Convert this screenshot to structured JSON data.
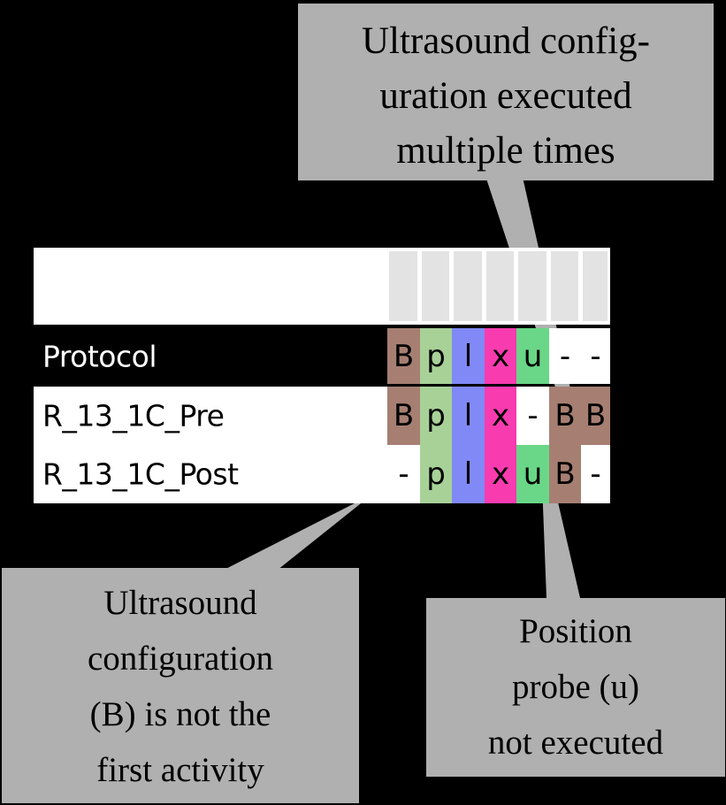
{
  "figure": {
    "background_color": "#000000",
    "callout_bg": "#b0b0b0",
    "tail_color": "#b0b0b0"
  },
  "callouts": [
    {
      "id": "ultrasound-multiple",
      "position": "top",
      "lines": [
        "Ultrasound config-",
        "uration executed",
        "multiple times"
      ],
      "target": "pre-row-column-6-B"
    },
    {
      "id": "ultrasound-not-first",
      "position": "bottom-left",
      "lines": [
        "Ultrasound",
        "configuration",
        "(B) is not the",
        "first activity"
      ],
      "target": "post-row-column-1-dash"
    },
    {
      "id": "position-probe-not-executed",
      "position": "bottom-right",
      "lines": [
        "Position",
        "probe (u)",
        "not executed"
      ],
      "target": "pre-row-column-5-dash"
    }
  ],
  "table": {
    "column_count": 7,
    "header_chips": [
      "",
      "",
      "",
      "",
      "",
      "",
      ""
    ],
    "rows": [
      {
        "label": "Protocol",
        "label_color": "#ffffff",
        "row_background": "#000000",
        "cells": [
          {
            "value": "B",
            "color": "#a67f72",
            "activity": "ultrasound-configuration"
          },
          {
            "value": "p",
            "color": "#a8d198",
            "activity": "prepare"
          },
          {
            "value": "l",
            "color": "#8089f5",
            "activity": "locate"
          },
          {
            "value": "x",
            "color": "#f93bb0",
            "activity": "examine"
          },
          {
            "value": "u",
            "color": "#69d787",
            "activity": "position-probe"
          },
          {
            "value": "-",
            "color": "#ffffff",
            "activity": "none"
          },
          {
            "value": "-",
            "color": "#ffffff",
            "activity": "none"
          }
        ]
      },
      {
        "label": "R_13_1C_Pre",
        "label_color": "#000000",
        "row_background": "#ffffff",
        "cells": [
          {
            "value": "B",
            "color": "#a67f72",
            "activity": "ultrasound-configuration"
          },
          {
            "value": "p",
            "color": "#a8d198",
            "activity": "prepare"
          },
          {
            "value": "l",
            "color": "#8089f5",
            "activity": "locate"
          },
          {
            "value": "x",
            "color": "#f93bb0",
            "activity": "examine"
          },
          {
            "value": "-",
            "color": "#ffffff",
            "activity": "none"
          },
          {
            "value": "B",
            "color": "#a67f72",
            "activity": "ultrasound-configuration"
          },
          {
            "value": "B",
            "color": "#a67f72",
            "activity": "ultrasound-configuration"
          }
        ]
      },
      {
        "label": "R_13_1C_Post",
        "label_color": "#000000",
        "row_background": "#ffffff",
        "cells": [
          {
            "value": "-",
            "color": "#ffffff",
            "activity": "none"
          },
          {
            "value": "p",
            "color": "#a8d198",
            "activity": "prepare"
          },
          {
            "value": "l",
            "color": "#8089f5",
            "activity": "locate"
          },
          {
            "value": "x",
            "color": "#f93bb0",
            "activity": "examine"
          },
          {
            "value": "u",
            "color": "#69d787",
            "activity": "position-probe"
          },
          {
            "value": "B",
            "color": "#a67f72",
            "activity": "ultrasound-configuration"
          },
          {
            "value": "-",
            "color": "#ffffff",
            "activity": "none"
          }
        ]
      }
    ]
  }
}
